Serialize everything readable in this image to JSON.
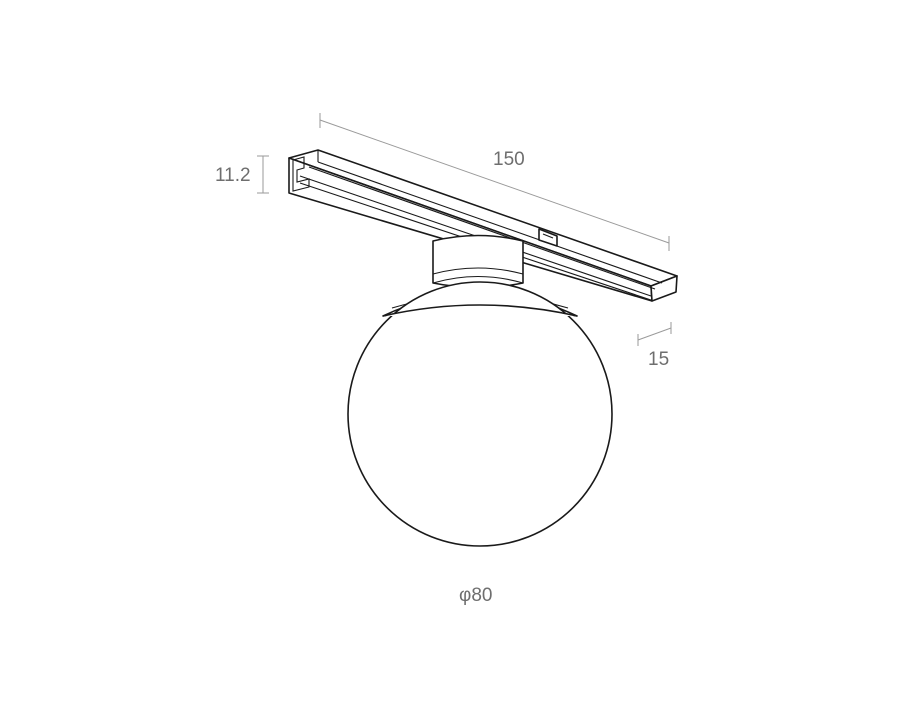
{
  "dimensions": {
    "length": "150",
    "height": "11.2",
    "width": "15",
    "diameter": "φ80"
  },
  "colors": {
    "line": "#1a1a1a",
    "dimension": "#9a9a9a",
    "label": "#6e6e6e",
    "background": "#ffffff"
  }
}
